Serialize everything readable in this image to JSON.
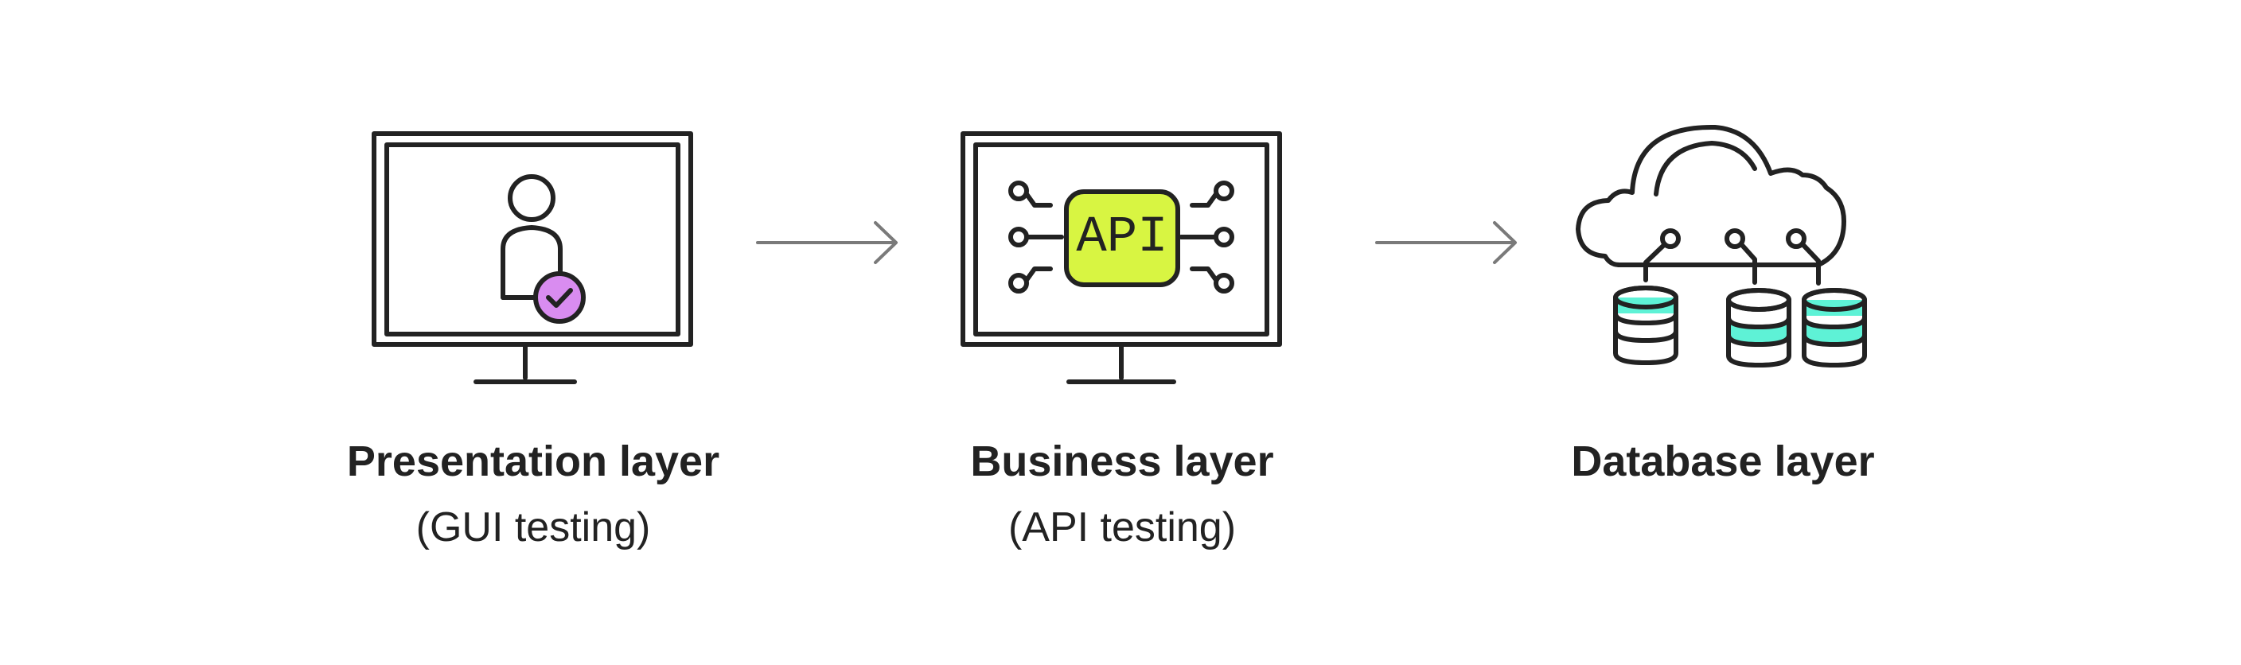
{
  "layers": [
    {
      "title": "Presentation layer",
      "subtitle": "(GUI testing)",
      "icon": "monitor-user-check-icon"
    },
    {
      "title": "Business layer",
      "subtitle": "(API testing)",
      "icon": "monitor-api-icon",
      "badge": "API"
    },
    {
      "title": "Database layer",
      "icon": "cloud-database-icon"
    }
  ],
  "colors": {
    "stroke": "#222222",
    "check_badge": "#d98cf0",
    "api_badge": "#d8f542",
    "database_band": "#5ef2d6",
    "arrow": "#7a7a7a"
  }
}
